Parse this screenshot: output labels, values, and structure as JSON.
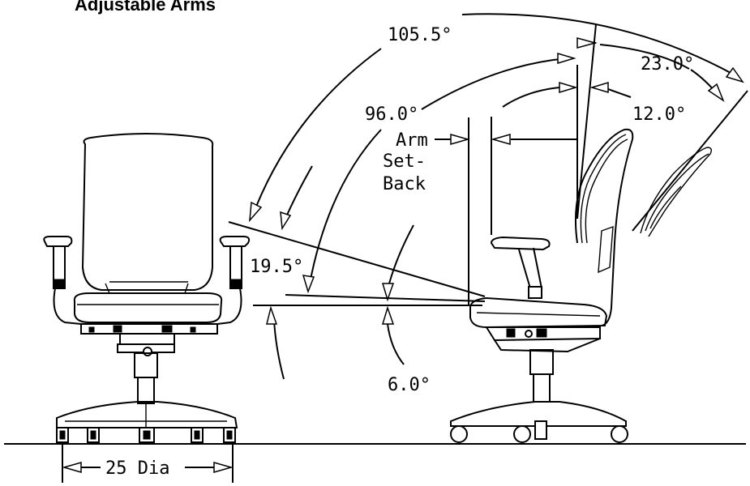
{
  "figure": {
    "title": "Adjustable Arms",
    "labels": {
      "recline_total": "105.5°",
      "upper_back_recline": "23.0°",
      "seat_to_back": "96.0°",
      "lower_back_recline": "12.0°",
      "arm_setback_line1": "Arm",
      "arm_setback_line2": "Set-",
      "arm_setback_line3": "Back",
      "seat_tilt_total": "19.5°",
      "seat_pan_angle": "6.0°",
      "base_diameter": "25 Dia"
    },
    "views": [
      "front-view",
      "side-view"
    ]
  }
}
